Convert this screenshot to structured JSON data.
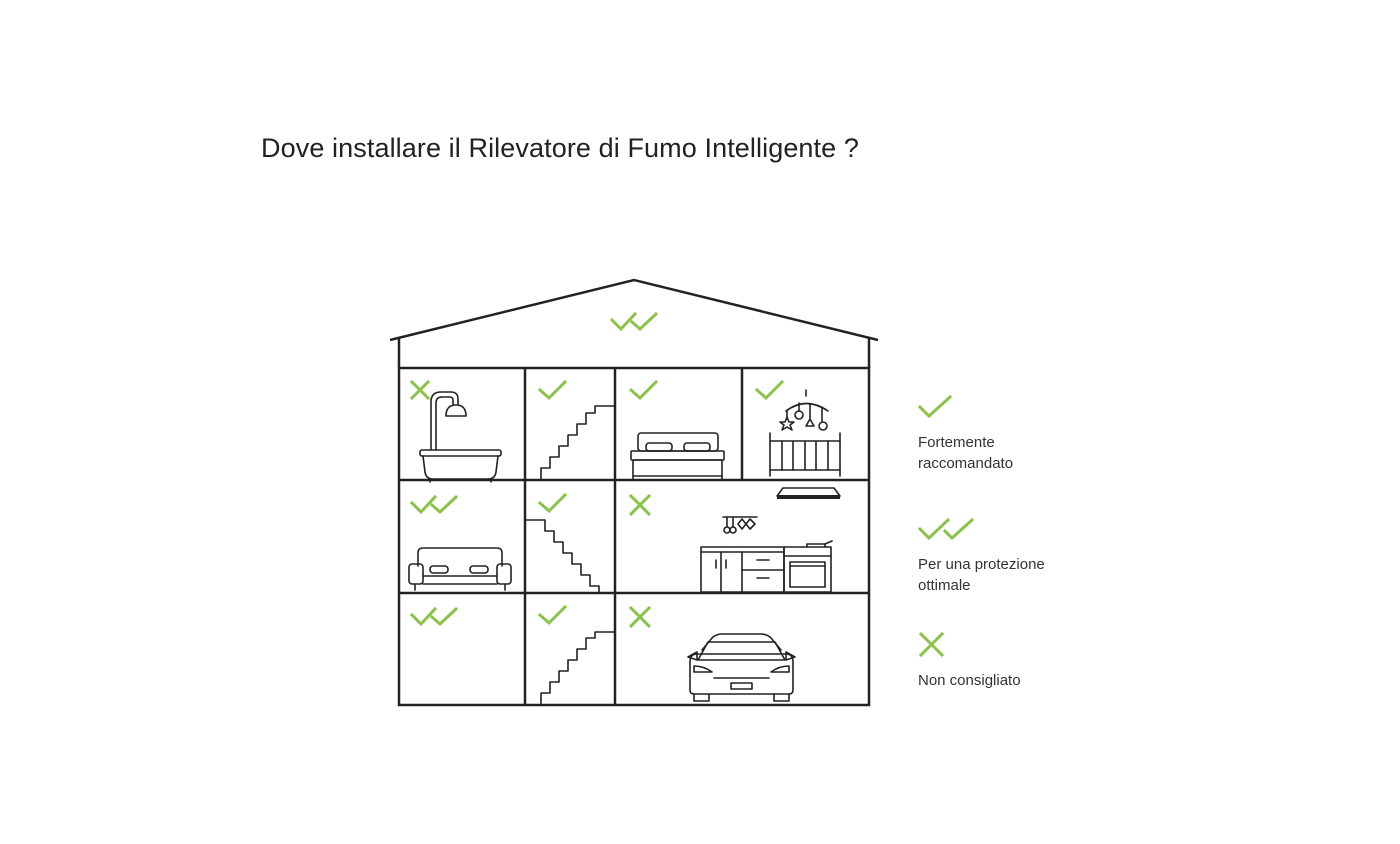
{
  "title": "Dove installare il Rilevatore di Fumo Intelligente ?",
  "colors": {
    "accent": "#8bc34a",
    "line": "#222222"
  },
  "rooms": [
    {
      "name": "attic",
      "marker": "double-check"
    },
    {
      "name": "bathroom",
      "icon": "bathtub-shower-icon",
      "marker": "cross"
    },
    {
      "name": "stairs-top",
      "icon": "stairs-icon",
      "marker": "check"
    },
    {
      "name": "bedroom",
      "icon": "bed-icon",
      "marker": "check"
    },
    {
      "name": "nursery",
      "icon": "crib-icon",
      "marker": "check"
    },
    {
      "name": "living-room",
      "icon": "sofa-icon",
      "marker": "double-check"
    },
    {
      "name": "stairs-middle",
      "icon": "stairs-icon",
      "marker": "check"
    },
    {
      "name": "kitchen",
      "icon": "kitchen-icon",
      "marker": "cross"
    },
    {
      "name": "basement",
      "marker": "double-check"
    },
    {
      "name": "stairs-bottom",
      "icon": "stairs-icon",
      "marker": "check"
    },
    {
      "name": "garage",
      "icon": "car-icon",
      "marker": "cross"
    }
  ],
  "legend": [
    {
      "icon": "check-icon",
      "label": "Fortemente raccomandato"
    },
    {
      "icon": "double-check-icon",
      "label": "Per una protezione ottimale"
    },
    {
      "icon": "cross-icon",
      "label": "Non consigliato"
    }
  ]
}
